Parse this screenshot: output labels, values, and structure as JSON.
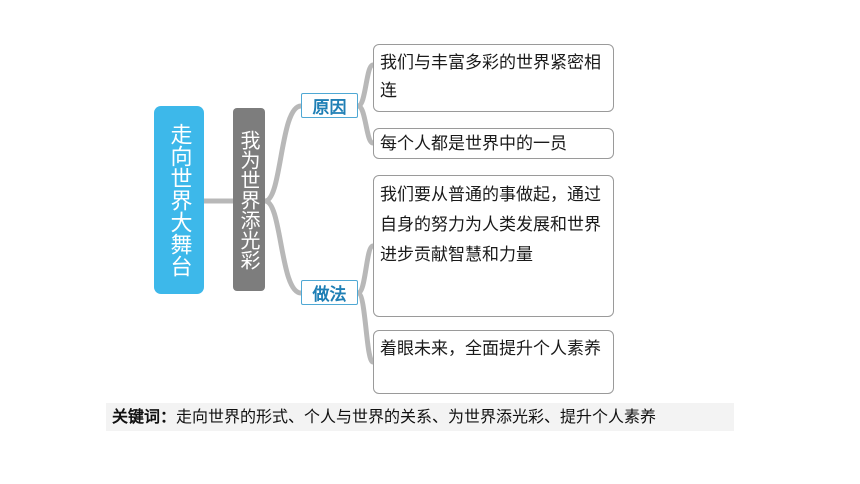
{
  "root": {
    "label": "走向世界大舞台"
  },
  "mid": {
    "label": "我为世界添光彩"
  },
  "branches": [
    {
      "label": "原因",
      "leaves": [
        "我们与丰富多彩的世界紧密相连",
        "每个人都是世界中的一员"
      ]
    },
    {
      "label": "做法",
      "leaves": [
        "我们要从普通的事做起，通过自身的努力为人类发展和世界进步贡献智慧和力量",
        "着眼未来，全面提升个人素养"
      ]
    }
  ],
  "keywords": {
    "label": "关键词：",
    "text": "走向世界的形式、个人与世界的关系、为世界添光彩、提升个人素养"
  },
  "colors": {
    "root": "#3db8ea",
    "mid": "#7d7d7d",
    "branch_border": "#4fa8d4",
    "branch_text": "#1f7fb5",
    "line": "#b8b8b8"
  }
}
